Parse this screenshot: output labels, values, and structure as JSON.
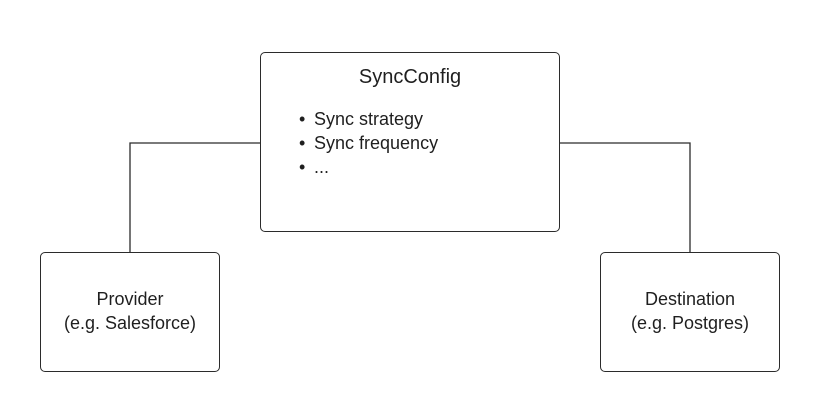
{
  "sync_config": {
    "title": "SyncConfig",
    "items": [
      "Sync strategy",
      "Sync frequency",
      "..."
    ]
  },
  "provider": {
    "line1": "Provider",
    "line2": "(e.g. Salesforce)"
  },
  "destination": {
    "line1": "Destination",
    "line2": "(e.g. Postgres)"
  },
  "colors": {
    "stroke": "#2b2b2b",
    "text": "#1f1f1f",
    "background": "#ffffff"
  }
}
